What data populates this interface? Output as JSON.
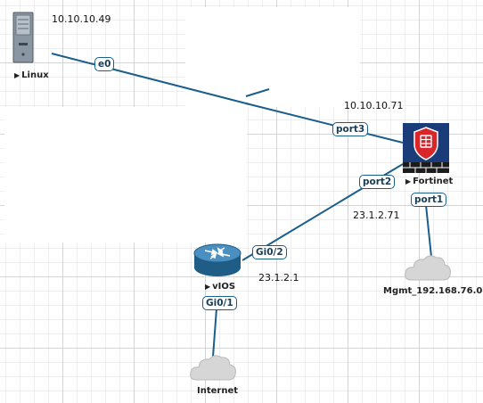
{
  "nodes": {
    "linux": {
      "label": "Linux",
      "ip": "10.10.10.49"
    },
    "fortinet": {
      "label": "Fortinet",
      "ip_top": "10.10.10.71",
      "ip_bottom": "23.1.2.71"
    },
    "vios": {
      "label": "vIOS",
      "ip": "23.1.2.1"
    },
    "mgmt_cloud": {
      "label": "Mgmt_192.168.76.0"
    },
    "internet_cloud": {
      "label": "Internet"
    }
  },
  "interfaces": {
    "linux_e0": "e0",
    "fortinet_port3": "port3",
    "fortinet_port2": "port2",
    "fortinet_port1": "port1",
    "vios_gi02": "Gi0/2",
    "vios_gi01": "Gi0/1"
  },
  "colors": {
    "link": "#1a5f8c",
    "firewall_red": "#d8262b",
    "router_blue": "#2c6f9e",
    "cloud": "#d6d6d6"
  },
  "icons": {
    "linux": "server-icon",
    "fortinet": "firewall-icon",
    "vios": "router-icon",
    "clouds": "cloud-icon"
  }
}
